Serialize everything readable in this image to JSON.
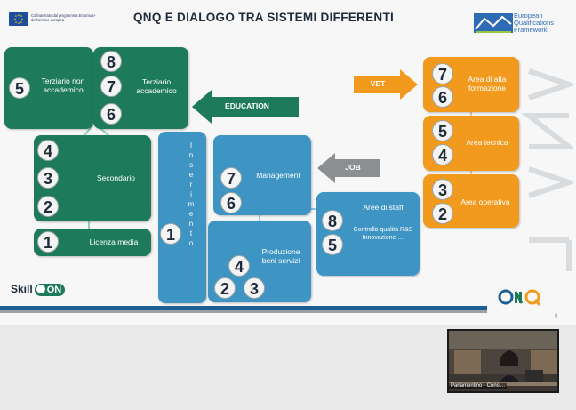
{
  "slide": {
    "title": "QNQ E DIALOGO TRA SISTEMI DIFFERENTI",
    "eu_logo_text": "Cofinanziato dal programma Erasmus+ dell'Unione europea",
    "eqf_logo_text": [
      "European",
      "Qualifications",
      "Framework"
    ],
    "page_number": "9"
  },
  "green_boxes": {
    "terziario_non": {
      "label": "Terziario non accademico",
      "levels": [
        "5"
      ]
    },
    "terziario_acc": {
      "label": "Terziario accademico",
      "levels": [
        "8",
        "7",
        "6"
      ]
    },
    "secondario": {
      "label": "Secondario",
      "levels": [
        "4",
        "3",
        "2"
      ]
    },
    "licenza": {
      "label": "Licenza media",
      "levels": [
        "1"
      ]
    }
  },
  "arrows": {
    "education": "EDUCATION",
    "job": "JOB",
    "vet": "VET"
  },
  "inserimento": {
    "letters": [
      "I",
      "n",
      "s",
      "e",
      "r",
      "i",
      "m",
      "e",
      "n",
      "t",
      "o"
    ],
    "level": "1"
  },
  "blue_boxes": {
    "management": {
      "label": "Management",
      "levels": [
        "7",
        "6"
      ]
    },
    "produzione": {
      "label": "Produzione beni servizi",
      "levels": [
        "4",
        "2",
        "3"
      ]
    },
    "staff": {
      "label": "Aree di staff",
      "sub": "Controllo qualità R&S Innovazione …",
      "levels": [
        "8",
        "5"
      ]
    }
  },
  "orange_boxes": {
    "alta": {
      "label": "Area di alta formazione",
      "levels": [
        "7",
        "6"
      ]
    },
    "tecnica": {
      "label": "Area tecnica",
      "levels": [
        "5",
        "4"
      ]
    },
    "operativa": {
      "label": "Area operativa",
      "levels": [
        "3",
        "2"
      ]
    }
  },
  "branding": {
    "skill": "Skill",
    "on": "ON",
    "qnq": "QNQ"
  },
  "video": {
    "participant_label": "Parlamentino · Consi..."
  },
  "colors": {
    "green": "#1d7a5b",
    "blue": "#3e94c2",
    "orange": "#f29a1e",
    "grey_arrow": "#8c8f91"
  }
}
